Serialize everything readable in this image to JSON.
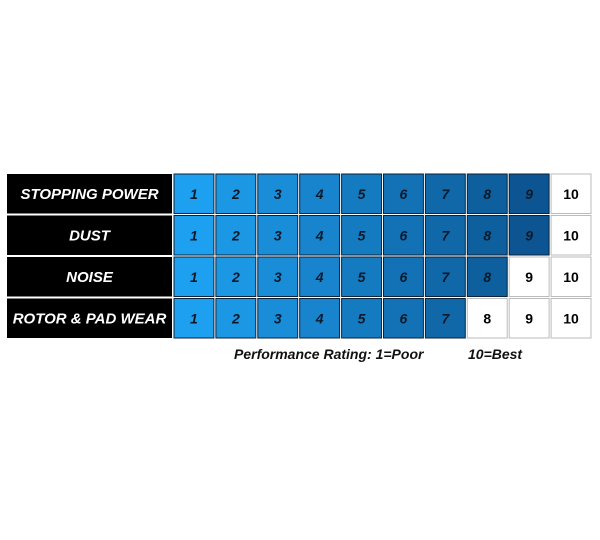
{
  "chart_data": {
    "type": "table",
    "title": "",
    "rows": [
      "STOPPING POWER",
      "DUST",
      "NOISE",
      "ROTOR & PAD WEAR"
    ],
    "scale": [
      "1",
      "2",
      "3",
      "4",
      "5",
      "6",
      "7",
      "8",
      "9",
      "10"
    ],
    "ratings": [
      10,
      10,
      10,
      10
    ],
    "highlight_from": [
      10,
      10,
      9,
      8
    ],
    "colors": {
      "label_bg": "#000000",
      "label_text": "#ffffff",
      "gradient_start": "#1ea0f0",
      "gradient_end": "#0a4c86",
      "grid_line": "#0b2238",
      "plain_bg": "#ffffff",
      "plain_text": "#000000"
    },
    "legend": {
      "poor": "Performance Rating: 1=Poor",
      "best": "10=Best"
    }
  }
}
